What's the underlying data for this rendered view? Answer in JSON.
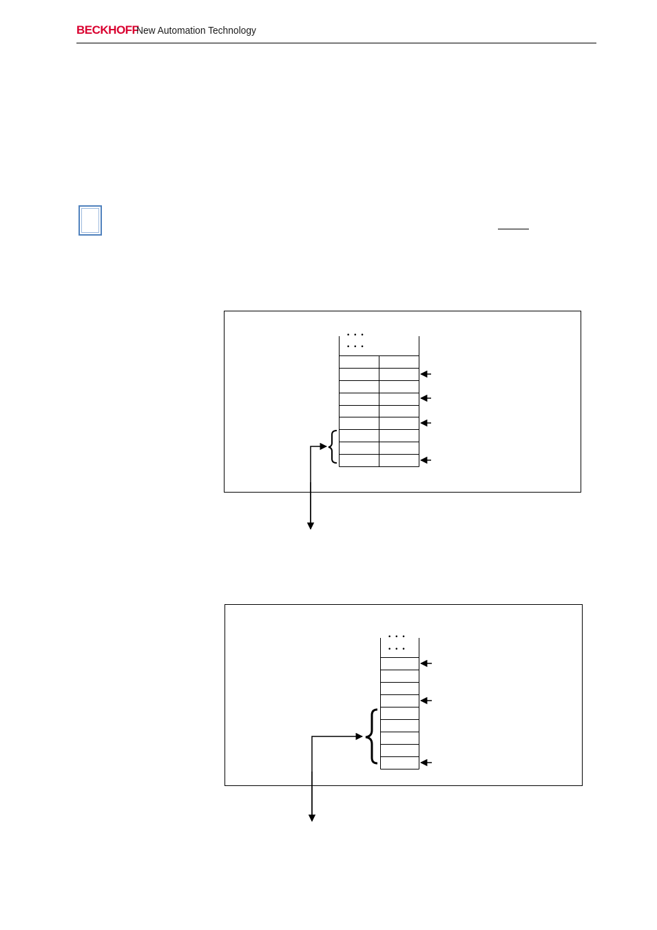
{
  "header": {
    "brand": "BECKHOFF",
    "tagline": "New Automation Technology",
    "brand_color": "#d9002f"
  },
  "note_icon": {
    "name": "info-note-icon",
    "border_color": "#4f81bd"
  },
  "diagrams": [
    {
      "name": "memory-map-diagram-1",
      "columns": 2,
      "ellipsis_rows": [
        "• • •",
        "• • •"
      ],
      "cell_rows": 9,
      "pointer_arrow_rows": [
        1,
        3,
        5,
        8
      ],
      "brace_rows": [
        6,
        8
      ]
    },
    {
      "name": "memory-map-diagram-2",
      "columns": 1,
      "ellipsis_rows": [
        "• • •",
        "• • •"
      ],
      "cell_rows": 9,
      "pointer_arrow_rows": [
        0,
        3,
        8
      ],
      "brace_rows": [
        4,
        8
      ]
    }
  ]
}
